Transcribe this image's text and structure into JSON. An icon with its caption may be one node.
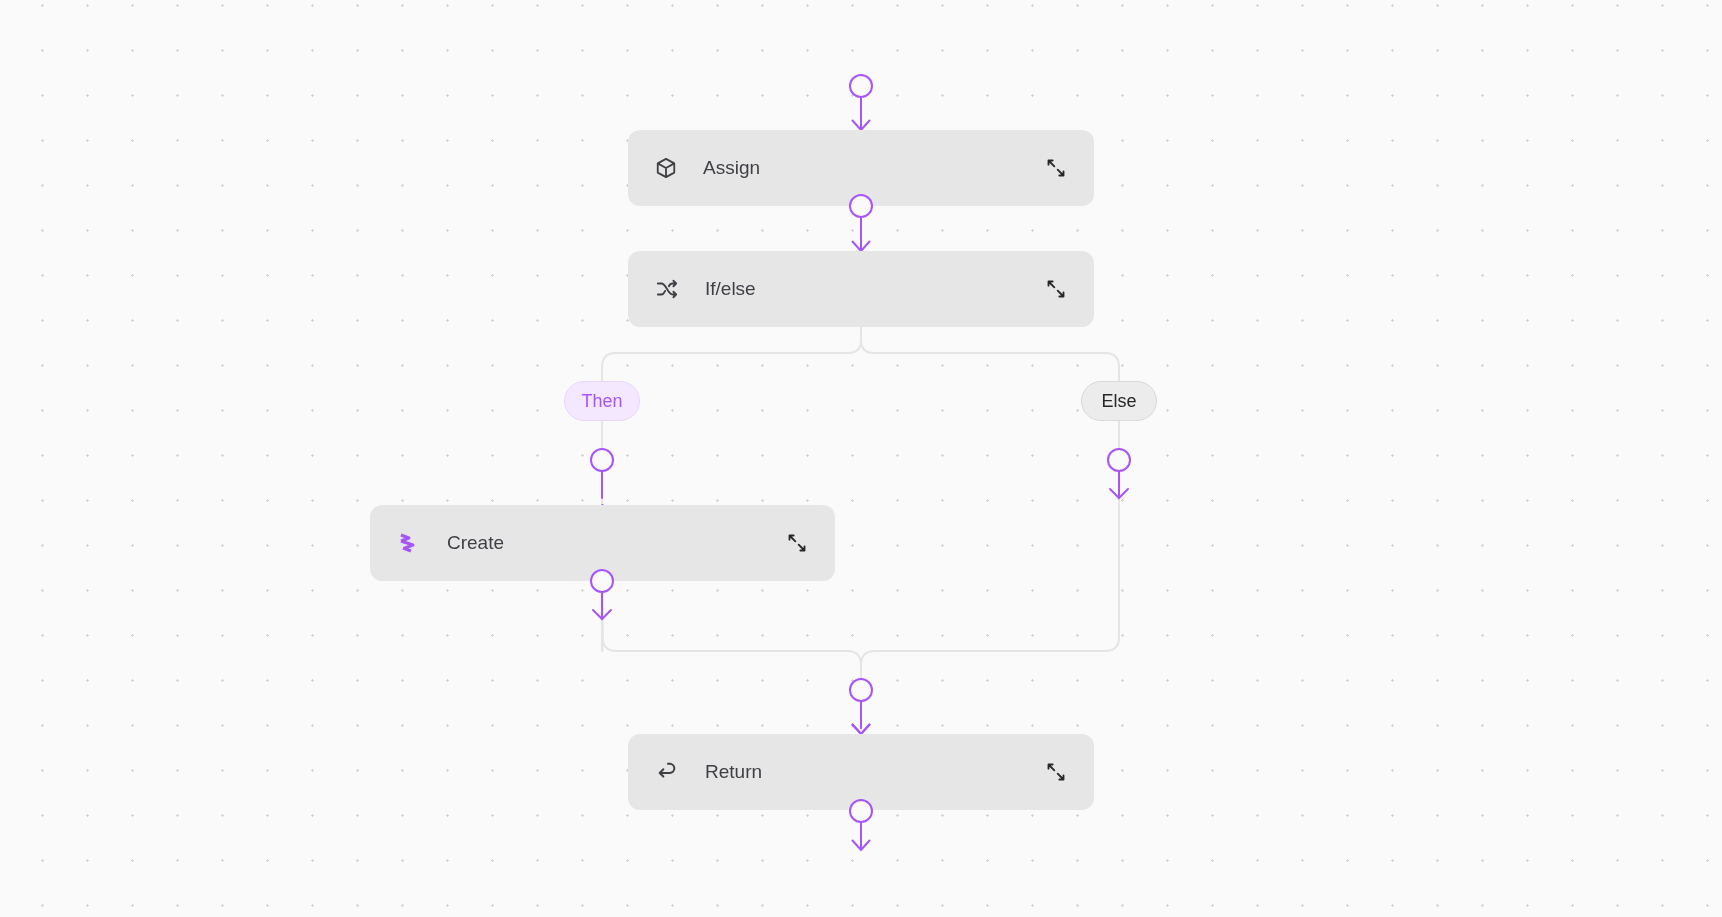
{
  "diagram": {
    "nodes": [
      {
        "text": [
          "Assign"
        ]
      },
      {
        "text": [
          "If/else"
        ]
      },
      {
        "text": [
          "Then"
        ]
      },
      {
        "text": [
          "Else"
        ]
      },
      {
        "text": [
          "Create"
        ]
      },
      {
        "text": [
          "Return"
        ]
      }
    ],
    "edges": [
      {
        "from": null,
        "to": 0,
        "arrow": "to",
        "color": "#a855f7"
      },
      {
        "from": 0,
        "to": 1,
        "arrow": "to",
        "color": "#a855f7"
      },
      {
        "from": 1,
        "to": 2,
        "arrow": "none"
      },
      {
        "from": 1,
        "to": 3,
        "arrow": "none"
      },
      {
        "from": 2,
        "to": 4,
        "arrow": "to"
      },
      {
        "from": 3,
        "to": 5,
        "arrow": "to"
      },
      {
        "from": 4,
        "to": 5,
        "arrow": "to"
      },
      {
        "from": 5,
        "to": null,
        "arrow": "to",
        "color": "#a855f7"
      }
    ]
  }
}
